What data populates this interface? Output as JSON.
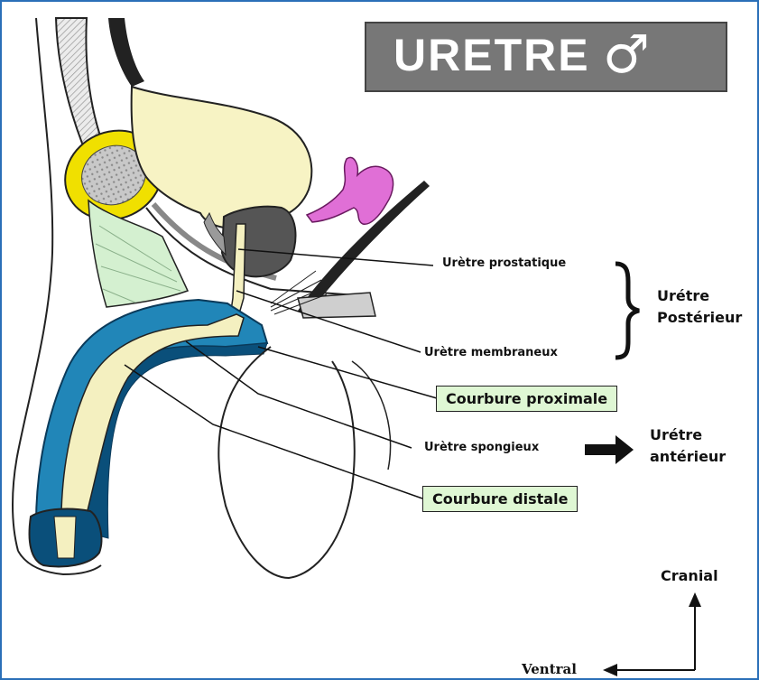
{
  "title": {
    "text": "URETRE",
    "symbol": "♂"
  },
  "labels": {
    "prostatique": "Urètre prostatique",
    "membraneux": "Urètre membraneux",
    "posterieur_line1": "Urétre",
    "posterieur_line2": "Postérieur",
    "courbure_proximale": "Courbure proximale",
    "spongieux": "Urètre spongieux",
    "anterieur_line1": "Urétre",
    "anterieur_line2": "antérieur",
    "courbure_distale": "Courbure distale",
    "cranial": "Cranial",
    "ventral": "Ventral"
  },
  "colors": {
    "bladder": "#f7f3c4",
    "prostate": "#555555",
    "seminal_vesicle": "#e06fd6",
    "pubis_ring": "#f0e000",
    "corpus_blue": "#2186b8",
    "corpus_dark": "#0a4f7a",
    "urethra": "#f4f0c0",
    "ligament": "#d4f0d0",
    "label_box": "#dff7d4",
    "title_box": "#777777"
  }
}
